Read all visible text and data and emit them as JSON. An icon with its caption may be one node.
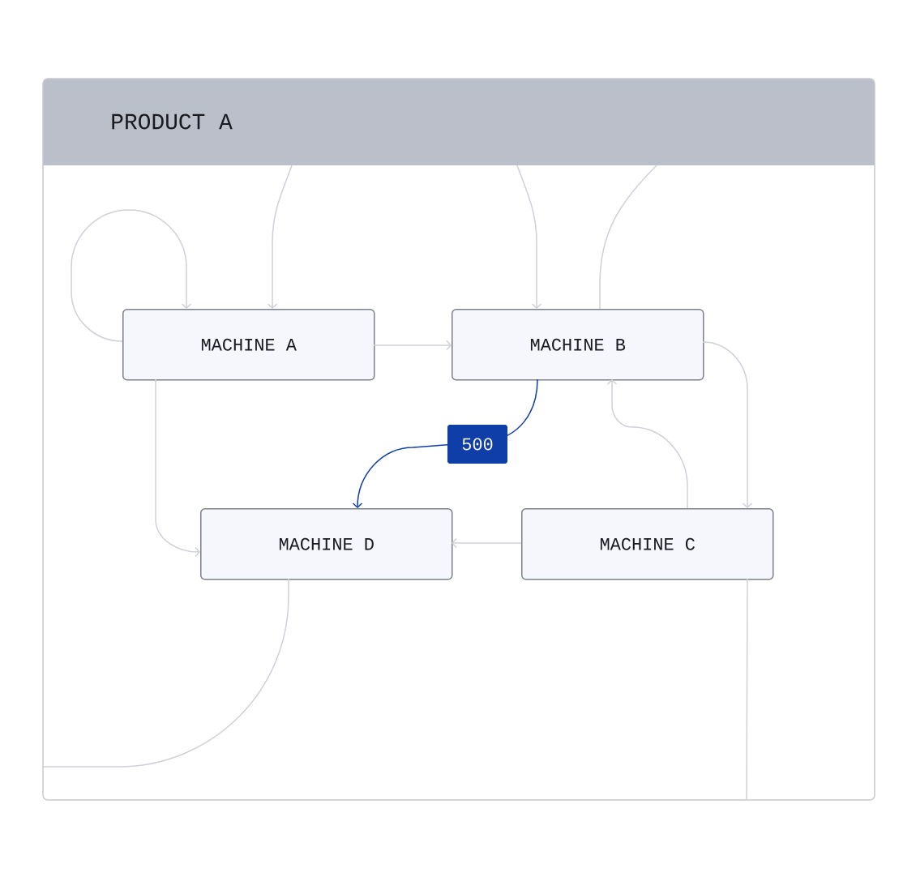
{
  "diagram": {
    "nodes": [
      {
        "text": [
          "PRODUCT A"
        ]
      },
      {
        "text": [
          "MACHINE A"
        ],
        "in": 0
      },
      {
        "text": [
          "MACHINE B"
        ],
        "in": 0
      },
      {
        "text": [
          "MACHINE D"
        ],
        "in": 0
      },
      {
        "text": [
          "MACHINE C"
        ],
        "in": 0
      }
    ],
    "edges": [
      {
        "from": 1,
        "to": 1,
        "arrow": "to"
      },
      {
        "from": null,
        "to": 1,
        "arrow": "to"
      },
      {
        "from": null,
        "to": 2,
        "arrow": "to"
      },
      {
        "from": 2,
        "to": null,
        "arrow": "none"
      },
      {
        "from": 1,
        "to": 2,
        "arrow": "to"
      },
      {
        "from": 2,
        "to": 4,
        "arrow": "to"
      },
      {
        "from": 2,
        "to": 3,
        "arrow": "to",
        "label": "500",
        "color": "#0f3ea8"
      },
      {
        "from": 4,
        "to": 2,
        "arrow": "to"
      },
      {
        "from": 4,
        "to": 3,
        "arrow": "to"
      },
      {
        "from": 1,
        "to": 3,
        "arrow": "to"
      },
      {
        "from": 3,
        "to": null,
        "arrow": "none"
      },
      {
        "from": 4,
        "to": null,
        "arrow": "none"
      }
    ]
  }
}
